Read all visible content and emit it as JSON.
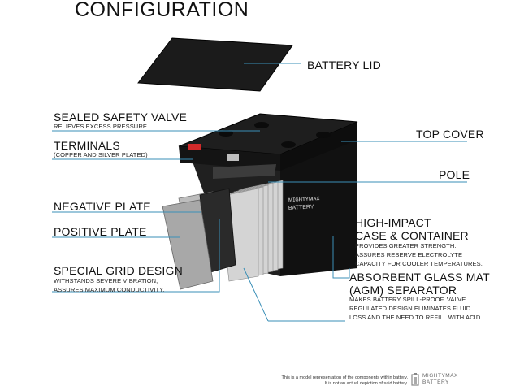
{
  "title": "CONFIGURATION",
  "labels": {
    "battery_lid": "BATTERY LID",
    "sealed_safety_valve": "SEALED SAFETY VALVE",
    "sealed_safety_valve_sub": "RELIEVES EXCESS PRESSURE.",
    "terminals": "TERMINALS",
    "terminals_sub": "(COPPER AND SILVER PLATED)",
    "top_cover": "TOP COVER",
    "pole": "POLE",
    "negative_plate": "NEGATIVE PLATE",
    "positive_plate": "POSITIVE PLATE",
    "high_impact_1": "HIGH-IMPACT",
    "high_impact_2": "CASE & CONTAINER",
    "high_impact_sub": [
      "PROVIDES GREATER STRENGTH.",
      "ASSURES RESERVE ELECTROLYTE",
      "CAPACITY FOR COOLER TEMPERATURES."
    ],
    "special_grid": "SPECIAL GRID DESIGN",
    "special_grid_sub": [
      "WITHSTANDS SEVERE VIBRATION,",
      "ASSURES MAXIMUM CONDUCTIVITY."
    ],
    "agm_1": "ABSORBENT GLASS MAT",
    "agm_2": "(AGM) SEPARATOR",
    "agm_sub": [
      "MAKES BATTERY SPILL-PROOF. VALVE",
      "REGULATED DESIGN ELIMINATES FLUID",
      "LOSS AND THE NEED TO REFILL WITH ACID."
    ]
  },
  "footnote": [
    "This is a model representation of the components within battery.",
    "It is not an actual depiction of said battery."
  ],
  "logo": {
    "line1": "MIGHTYMAX",
    "line2": "BATTERY"
  },
  "colors": {
    "leader_line": "#3a8fb7",
    "battery_body": "#141414",
    "label_text": "#111111"
  }
}
